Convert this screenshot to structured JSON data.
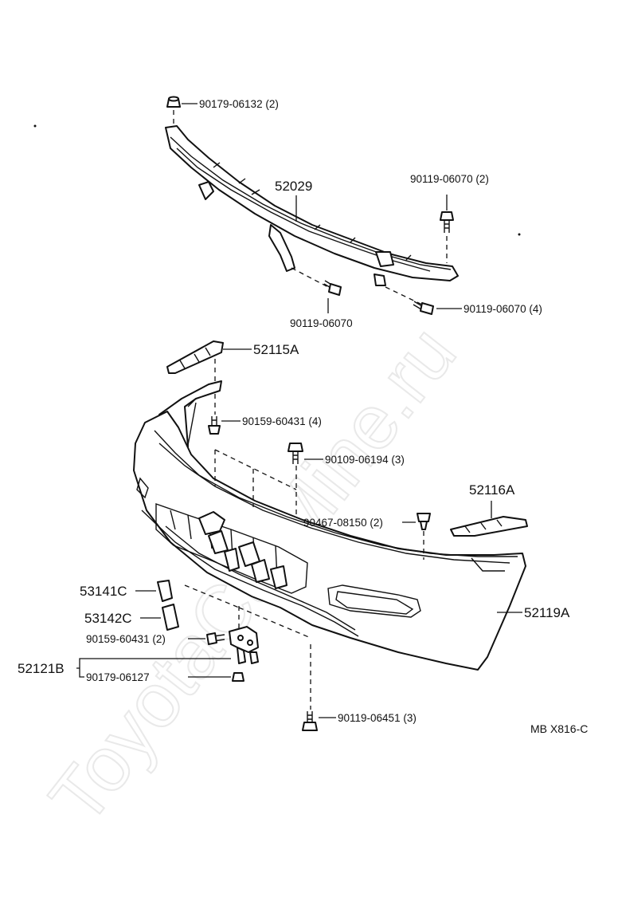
{
  "watermark": "ToyotaCarMine.ru",
  "reference_code": "MB X816-C",
  "parts": {
    "reinforcement": "52029",
    "bumper_cover": "52119A",
    "retainer_upper_left": "52115A",
    "retainer_upper_right": "52116A",
    "cap_upper": "53141C",
    "cap_lower": "53142C",
    "bracket_group": "52121B"
  },
  "fasteners": {
    "nut_top": "90179-06132 (2)",
    "bolt_right_upper": "90119-06070 (2)",
    "bolt_center": "90119-06070",
    "bolt_right_lower": "90119-06070 (4)",
    "screw_left_retainer": "90159-60431 (4)",
    "bolt_center_upper": "90109-06194 (3)",
    "clip_right": "90467-08150 (2)",
    "screw_bracket": "90159-60431 (2)",
    "nut_bracket": "90179-06127",
    "bolt_bottom": "90119-06451 (3)"
  }
}
